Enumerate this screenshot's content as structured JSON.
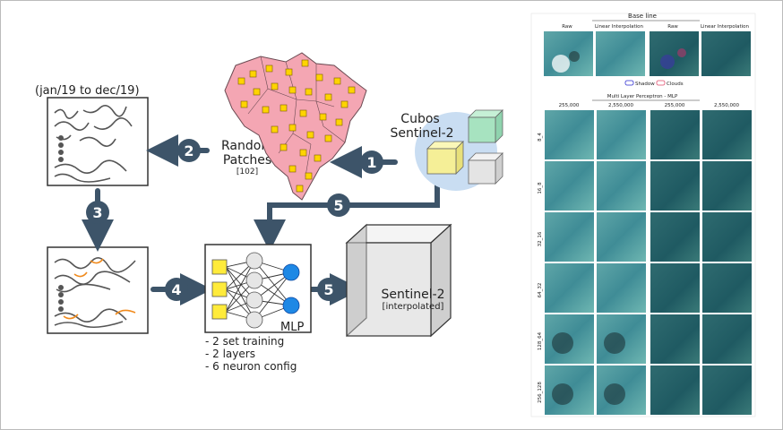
{
  "diagram": {
    "period_label": "(jan/19 to dec/19)",
    "random_patches": {
      "line1": "Random",
      "line2": "Patches",
      "count": "[102]"
    },
    "cubos": {
      "line1": "Cubos",
      "line2": "Sentinel-2"
    },
    "mlp_label": "MLP",
    "output": {
      "line1": "Sentinel-2",
      "line2": "[interpolated]"
    },
    "notes": [
      "- 2 set training",
      "- 2 layers",
      "- 6 neuron config"
    ],
    "steps": {
      "s1": "1",
      "s2": "2",
      "s3": "3",
      "s4": "4",
      "s5a": "5",
      "s5b": "5"
    },
    "colors": {
      "arrow": "#3d5469",
      "map_fill": "#f4a6b3",
      "patch": "#ffd400",
      "orange": "#f08a1c",
      "neuron_blue": "#1e88e5",
      "cube_bg": "#c9ddf2"
    }
  },
  "results": {
    "baseline_title": "Base line",
    "baseline_cols": [
      "Raw",
      "Linear Interpolation",
      "Raw",
      "Linear Interpolation"
    ],
    "legend": {
      "shadow": "Shadow",
      "clouds": "Clouds"
    },
    "mlp_title": "Multi Layer Perceptron - MLP",
    "mlp_cols": [
      "255,000",
      "2,550,000",
      "255,000",
      "2,550,000"
    ],
    "row_labels": [
      "8_4",
      "16_8",
      "32_16",
      "64_32",
      "128_64",
      "256_128"
    ]
  }
}
